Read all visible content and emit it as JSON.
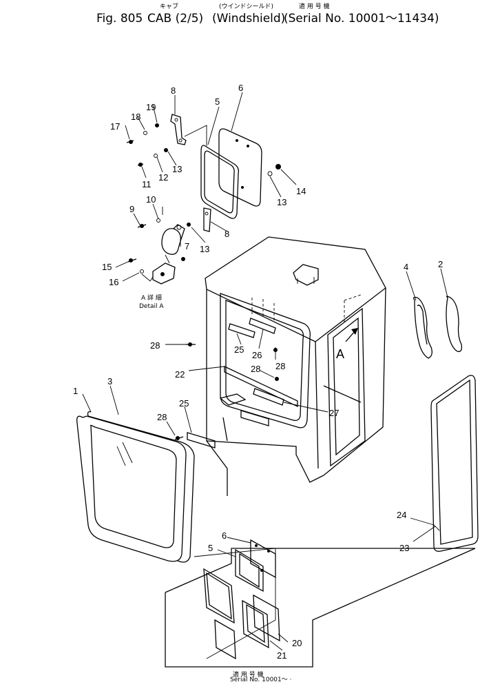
{
  "header": {
    "jp_cab": "キャブ",
    "jp_windshield": "(ウインドシールド)",
    "jp_applicable": "適 用 号 機",
    "fig": "Fig. 805",
    "name": "CAB (2/5)",
    "windshield": "(Windshield)",
    "serial": "(Serial No. 10001～11434)"
  },
  "detail_label": {
    "jp": "A 詳 細",
    "en": "Detail A"
  },
  "arrow_label": "A",
  "inset_footer": {
    "jp": "適 用 号 機",
    "en": "Serial No. 10001～ ·"
  },
  "callouts": [
    "1",
    "2",
    "3",
    "4",
    "5",
    "6",
    "7",
    "8",
    "8",
    "9",
    "10",
    "11",
    "12",
    "13",
    "13",
    "13",
    "14",
    "15",
    "16",
    "17",
    "18",
    "19",
    "20",
    "21",
    "22",
    "23",
    "24",
    "25",
    "25",
    "26",
    "27",
    "28",
    "28",
    "28",
    "28",
    "5",
    "6"
  ]
}
